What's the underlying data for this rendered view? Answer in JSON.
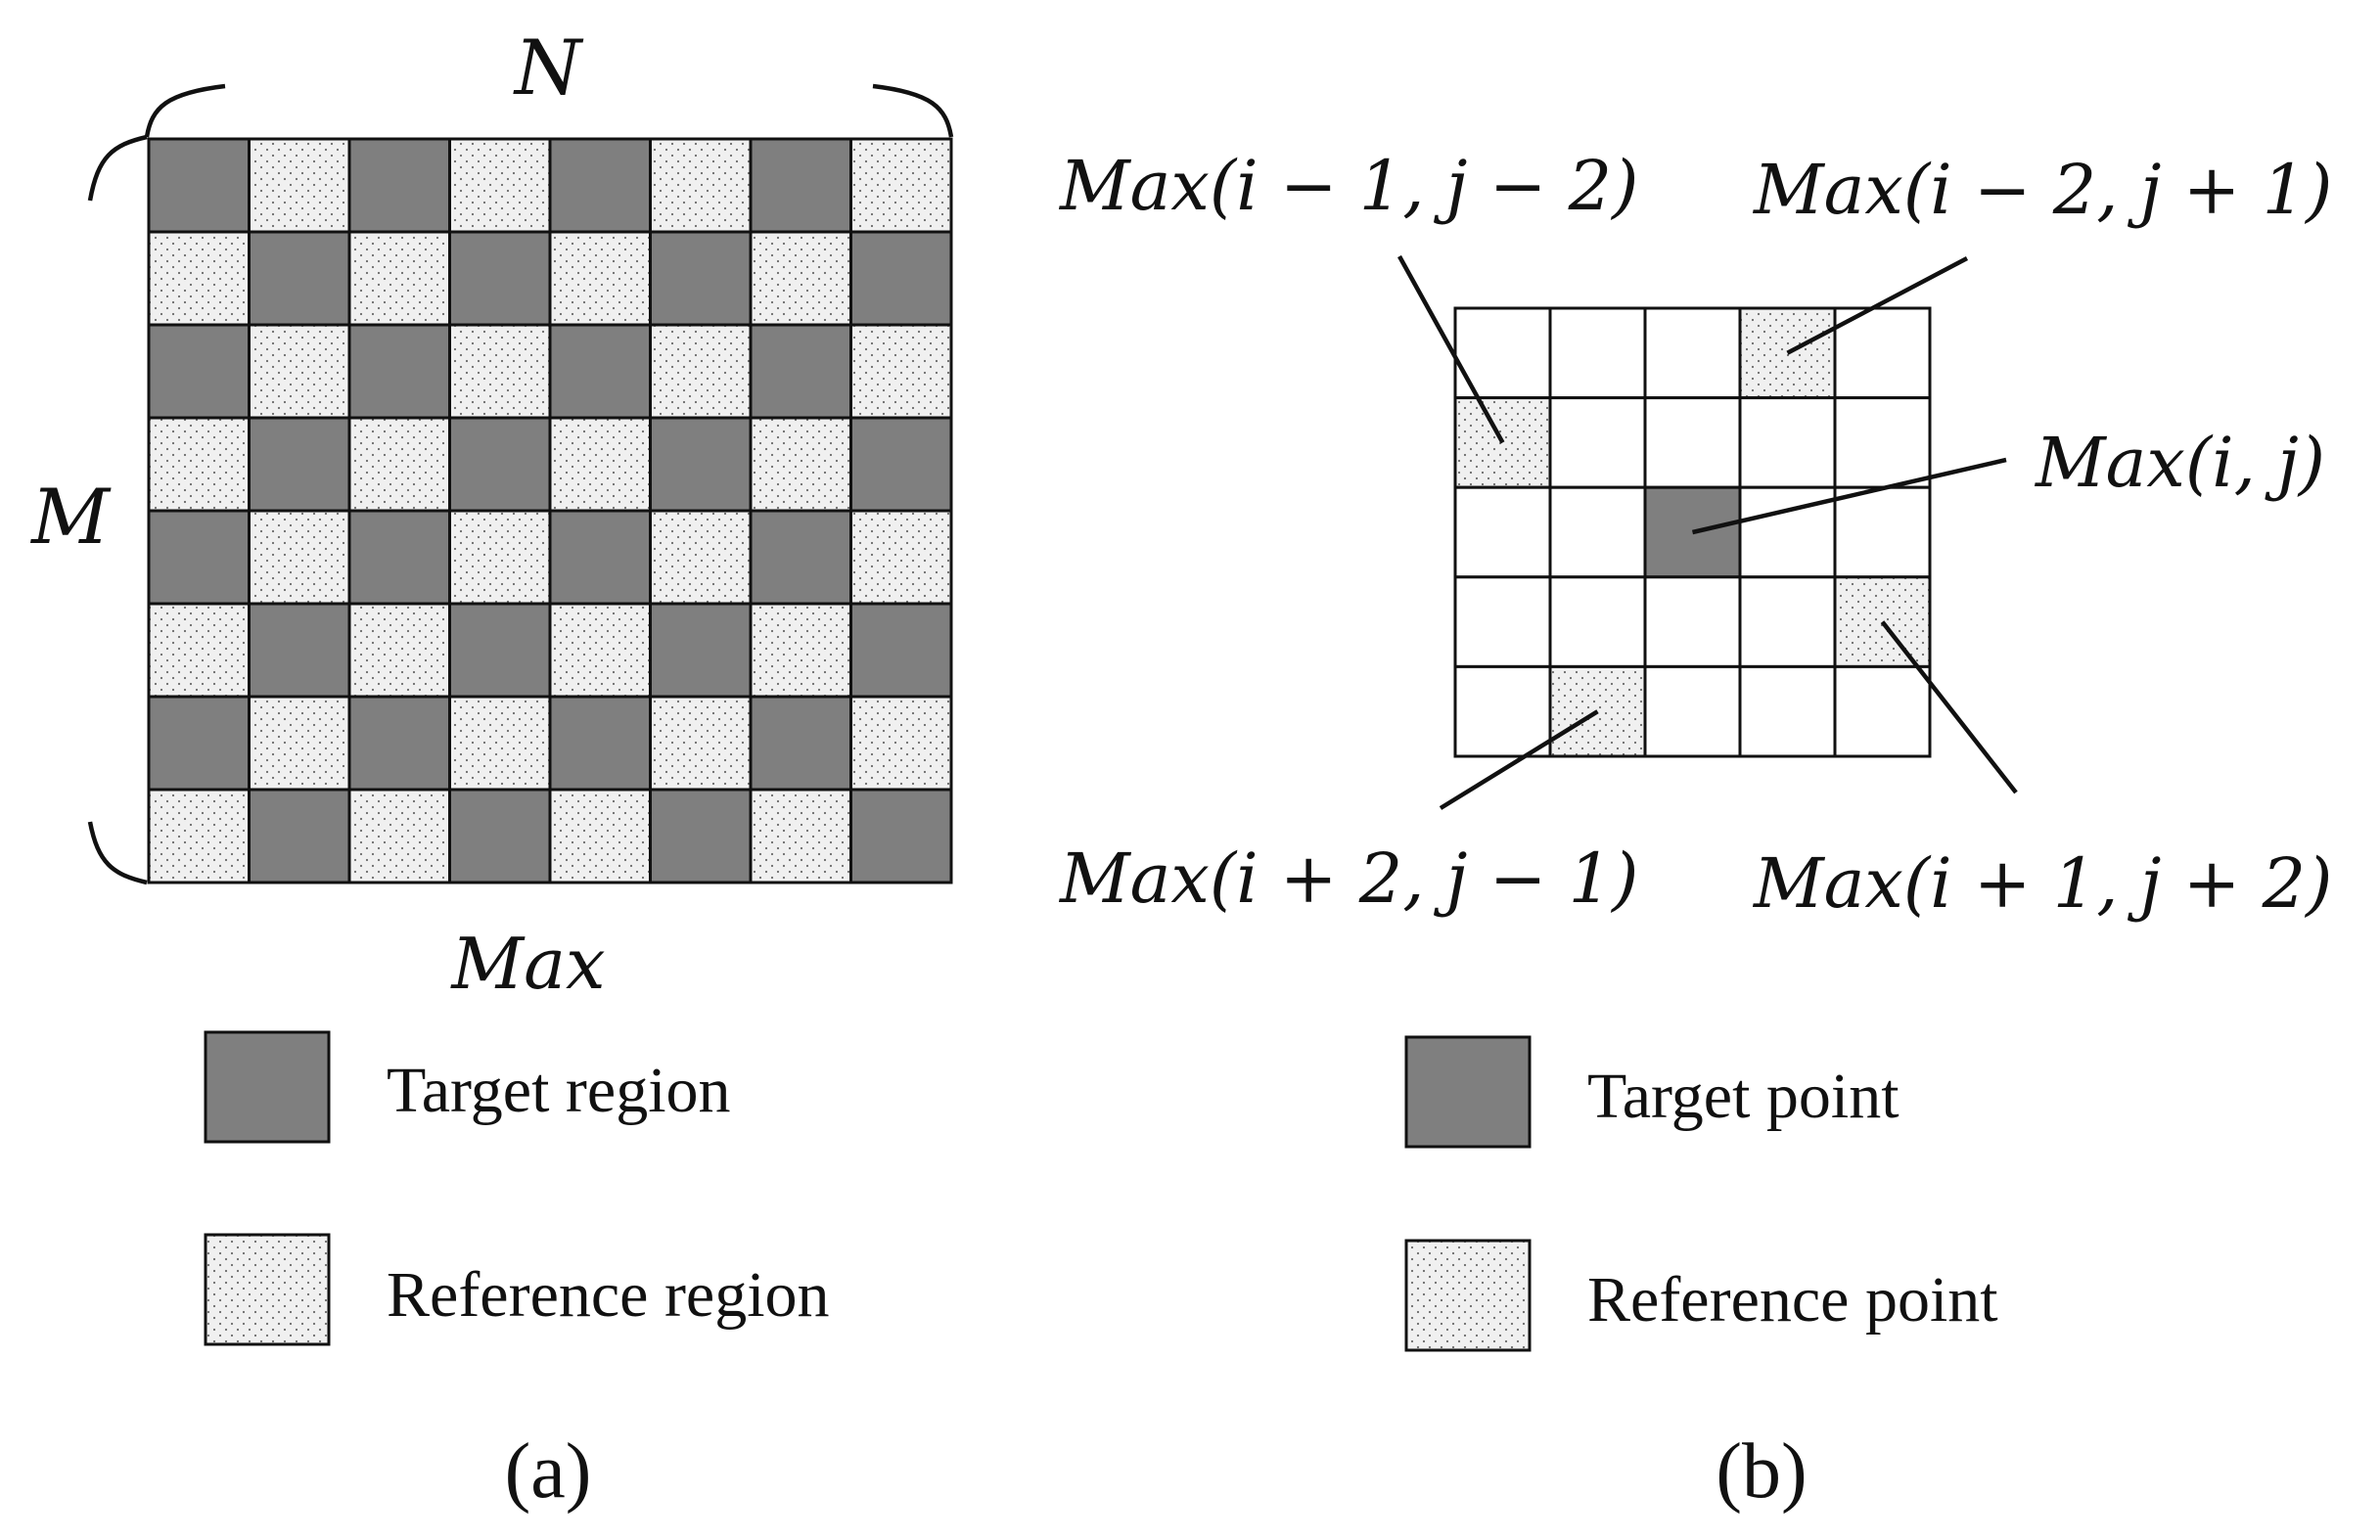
{
  "colors": {
    "target": "#7f7f7f",
    "reference": "#f0f0f0",
    "dot": "#6a6a6a",
    "stroke": "#111111",
    "empty": "#ffffff"
  },
  "panel_a": {
    "label_n": "N",
    "label_m": "M",
    "label_max": "Max",
    "grid": {
      "rows": 8,
      "cols": 8,
      "pattern": "checkerboard, top-left = target"
    },
    "legend": [
      {
        "kind": "target",
        "label": "Target region"
      },
      {
        "kind": "reference",
        "label": "Reference region"
      }
    ],
    "caption": "(a)"
  },
  "panel_b": {
    "grid": {
      "rows": 5,
      "cols": 5,
      "cells": [
        {
          "row": 0,
          "col": 3,
          "kind": "reference",
          "label": "Max(i − 2, j + 1)"
        },
        {
          "row": 1,
          "col": 0,
          "kind": "reference",
          "label": "Max(i − 1, j − 2)"
        },
        {
          "row": 2,
          "col": 2,
          "kind": "target",
          "label": "Max(i, j)"
        },
        {
          "row": 3,
          "col": 4,
          "kind": "reference",
          "label": "Max(i + 1, j + 2)"
        },
        {
          "row": 4,
          "col": 1,
          "kind": "reference",
          "label": "Max(i + 2, j − 1)"
        }
      ]
    },
    "legend": [
      {
        "kind": "target",
        "label": "Target point"
      },
      {
        "kind": "reference",
        "label": "Reference point"
      }
    ],
    "caption": "(b)"
  }
}
